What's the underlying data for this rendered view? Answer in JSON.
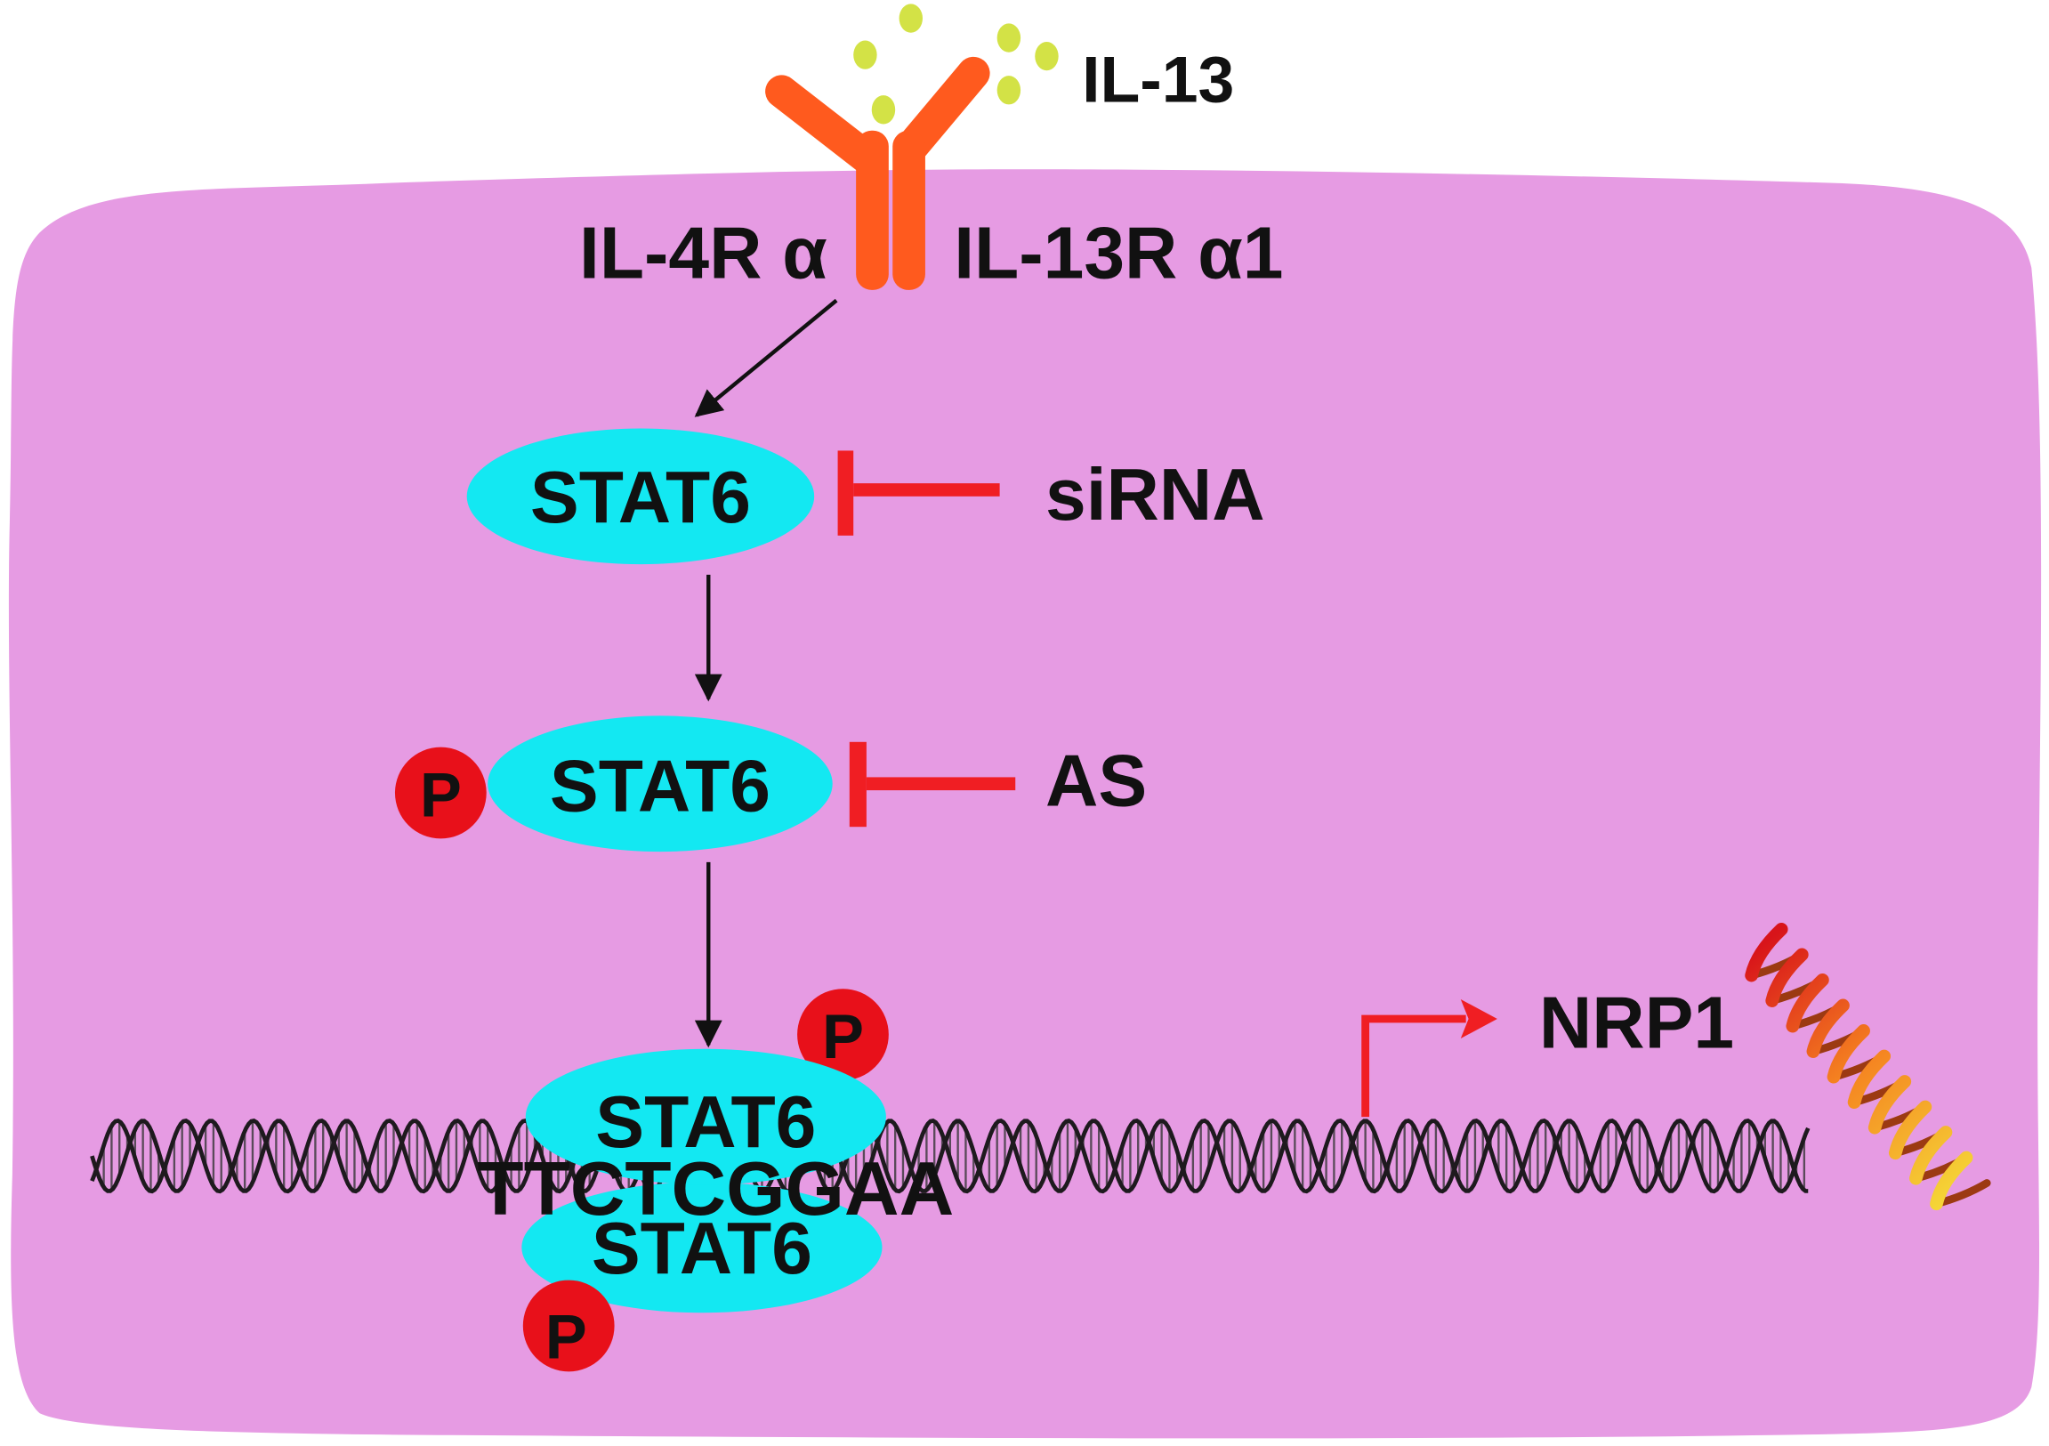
{
  "ligand": {
    "label": "IL-13"
  },
  "receptor": {
    "left_label": "IL-4R α",
    "right_label": "IL-13R α1"
  },
  "pathway": {
    "stat6_first": "STAT6",
    "stat6_phosphorylated": "STAT6",
    "stat6_dimer_top": "STAT6",
    "stat6_dimer_bottom": "STAT6"
  },
  "phospho_label": "P",
  "inhibitors": {
    "sirna": "siRNA",
    "as": "AS"
  },
  "dna": {
    "binding_motif": "TTCTCGGAA"
  },
  "target": {
    "gene": "NRP1"
  },
  "icons": [
    "ligand-dot-icon",
    "receptor-icon",
    "phosphate-icon",
    "dna-helix-icon",
    "protein-helix-icon"
  ],
  "colors": {
    "cell": "#E69BE3",
    "stat6": "#13E8F2",
    "receptor": "#FF5A1E",
    "inhibition": "#F01E23",
    "phospho": "#E8101A",
    "ligand": "#D3E246",
    "motif_text": "#F01E23",
    "text": "#111111"
  }
}
